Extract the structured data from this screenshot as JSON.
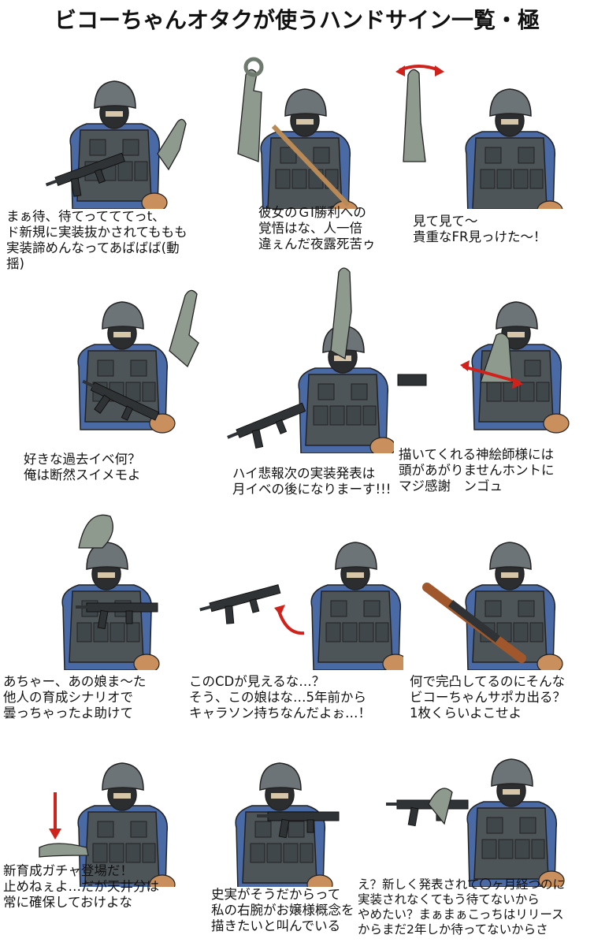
{
  "title": "ビコーちゃんオタクが使うハンドサイン一覧・極",
  "colors": {
    "vest": "#4e5559",
    "helmet": "#6d7478",
    "shirt": "#4a6aa6",
    "glove": "#8f9a8e",
    "skin": "#d8c6a8",
    "gun": "#2f3336",
    "wood": "#a0572b",
    "pouch": "#c98f5c",
    "arrow": "#d0221b"
  },
  "panels": [
    {
      "caption": "まぁ待、待てってててっt、\nド新規に実装抜かされてももも\n実装諦めんなってあばばば(動揺)"
    },
    {
      "caption": "彼女のＧⅠ勝利への\n覚悟はな、人一倍\n違ぇんだ夜露死苦ゥ"
    },
    {
      "caption": "見て見て～\n貴重なFR見っけた～！"
    },
    {
      "caption": "好きな過去イベ何？\n俺は断然スイメモよ"
    },
    {
      "caption": "ハイ悲報次の実装発表は\n月イベの後になりまーす!!!"
    },
    {
      "caption": "描いてくれる神絵師様には\n頭があがりませんホントに\nマジ感謝　ンゴュ"
    },
    {
      "caption": "あちゃー、あの娘ま～た\n他人の育成シナリオで\n曇っちゃったよ助けて"
    },
    {
      "caption": "このCDが見えるな…？\nそう、この娘はな…5年前から\nキャラソン持ちなんだよぉ…！"
    },
    {
      "caption": "何で完凸してるのにそんな\nビコーちゃんサポカ出る？\n1枚くらいよこせよ"
    },
    {
      "caption": "新育成ガチャ登場だ！\n止めねぇよ…だが天井分は\n常に確保しておけよな"
    },
    {
      "caption": "史実がそうだからって\n私の右腕がお嬢様概念を\n描きたいと叫んでいる"
    },
    {
      "caption": "え？新しく発表されて〇ヶ月経つのに\n実装されなくてもう待てないから\nやめたい？まぁまぁこっちはリリース\nからまだ2年しか待ってないからさ"
    }
  ]
}
